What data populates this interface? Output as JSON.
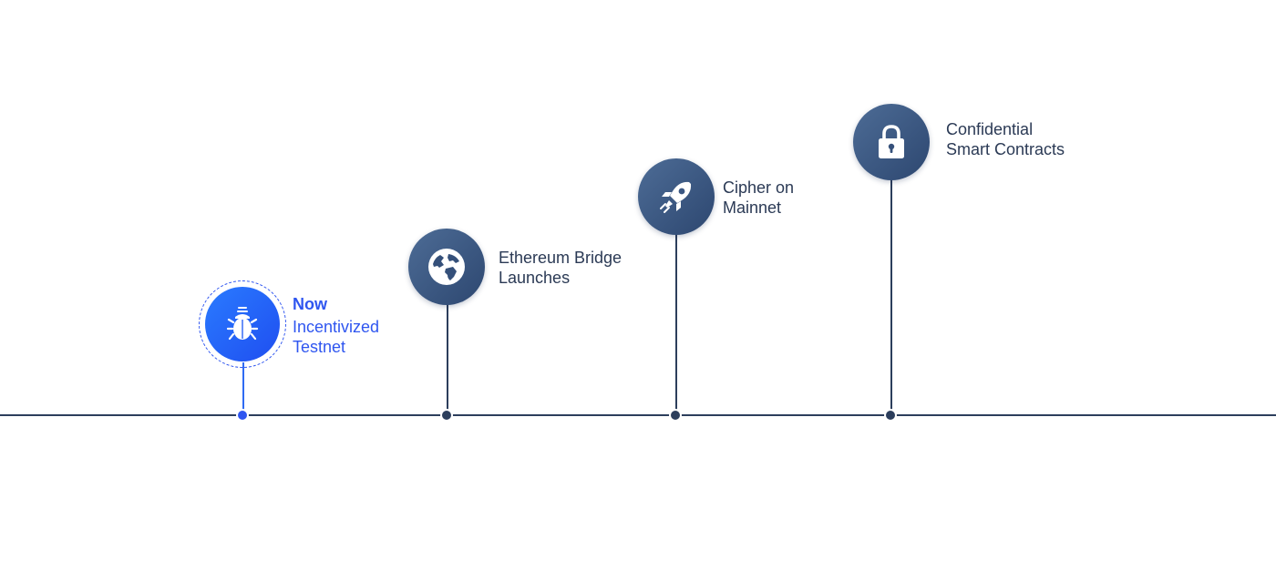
{
  "milestones": [
    {
      "key": "testnet",
      "status": "Now",
      "lines": [
        "Incentivized",
        "Testnet"
      ],
      "icon": "bug-icon",
      "current": true
    },
    {
      "key": "bridge",
      "lines": [
        "Ethereum Bridge",
        "Launches"
      ],
      "icon": "globe-icon",
      "current": false
    },
    {
      "key": "mainnet",
      "lines": [
        "Cipher on",
        "Mainnet"
      ],
      "icon": "rocket-icon",
      "current": false
    },
    {
      "key": "contracts",
      "lines": [
        "Confidential",
        "Smart Contracts"
      ],
      "icon": "lock-icon",
      "current": false
    }
  ],
  "colors": {
    "line": "#2c3e5c",
    "node": "#3b5782",
    "active": "#2f56f0",
    "text": "#2b3a55"
  }
}
